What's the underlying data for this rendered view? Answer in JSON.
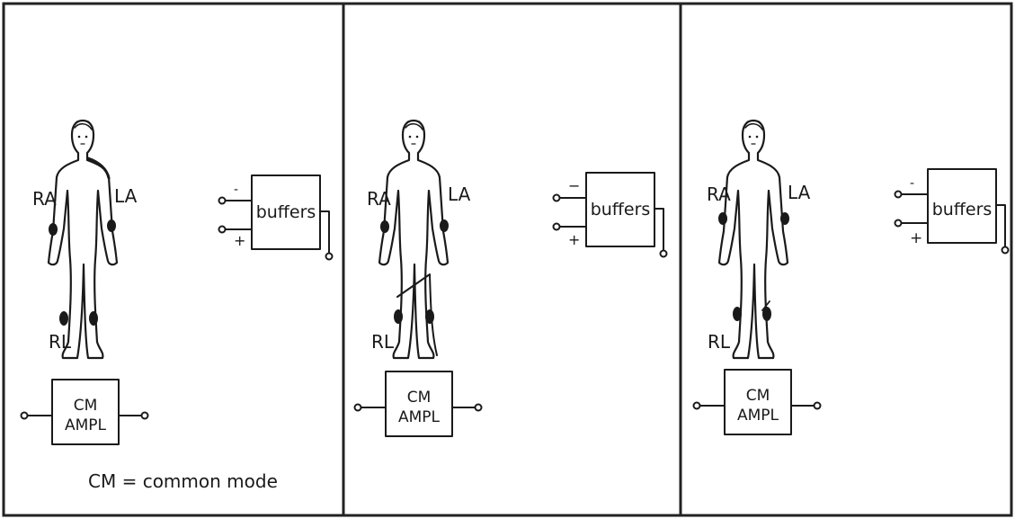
{
  "colors": {
    "ink": "#1a1a1a",
    "paper": "#ffffff",
    "frame": "#222222"
  },
  "panels": [
    {
      "labels": {
        "ra": "RA",
        "la": "LA",
        "rl": "RL"
      },
      "buffers": {
        "label": "buffers",
        "minus": "-",
        "plus": "+"
      },
      "cm_amp": {
        "line1": "CM",
        "line2": "AMPL"
      },
      "note": "CM = common mode"
    },
    {
      "labels": {
        "ra": "RA",
        "la": "LA",
        "rl": "RL"
      },
      "buffers": {
        "label": "buffers",
        "minus": "−",
        "plus": "+"
      },
      "cm_amp": {
        "line1": "CM",
        "line2": "AMPL"
      },
      "note": ""
    },
    {
      "labels": {
        "ra": "RA",
        "la": "LA",
        "rl": "RL"
      },
      "buffers": {
        "label": "buffers",
        "minus": "-",
        "plus": "+"
      },
      "cm_amp": {
        "line1": "CM",
        "line2": "AMPL"
      },
      "note": ""
    }
  ]
}
